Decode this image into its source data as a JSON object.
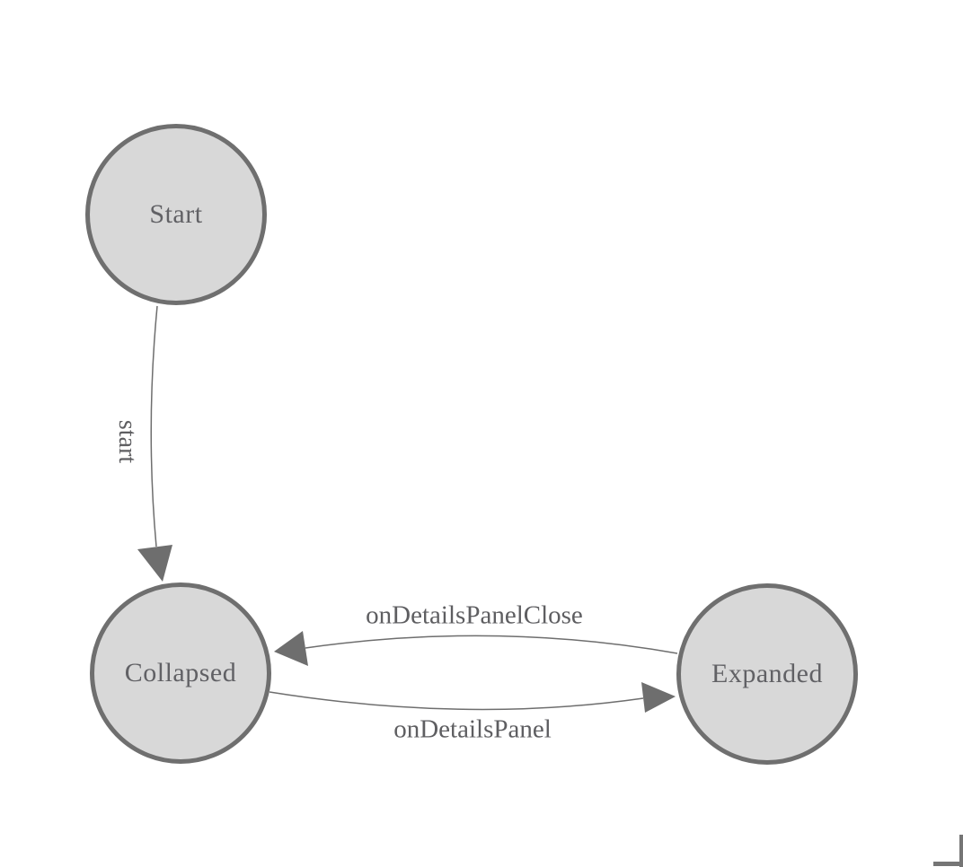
{
  "diagram": {
    "type": "state-machine",
    "nodes": [
      {
        "id": "Start",
        "label": "Start",
        "shape": "circle"
      },
      {
        "id": "Collapsed",
        "label": "Collapsed",
        "shape": "circle"
      },
      {
        "id": "Expanded",
        "label": "Expanded",
        "shape": "circle"
      }
    ],
    "edges": [
      {
        "from": "Start",
        "to": "Collapsed",
        "label": "start",
        "label_orientation": "vertical"
      },
      {
        "from": "Expanded",
        "to": "Collapsed",
        "label": "onDetailsPanelClose",
        "label_orientation": "horizontal"
      },
      {
        "from": "Collapsed",
        "to": "Expanded",
        "label": "onDetailsPanel",
        "label_orientation": "horizontal"
      }
    ],
    "colors": {
      "background": "#ffffff",
      "node_fill": "#d8d8d8",
      "node_border": "#6f6f6f",
      "edge_stroke": "#6e6e6e",
      "arrowhead_fill": "#6e6e6e",
      "node_label_text": "#616165",
      "edge_label_text": "#5e5e61",
      "corner_mark": "#757575"
    }
  }
}
